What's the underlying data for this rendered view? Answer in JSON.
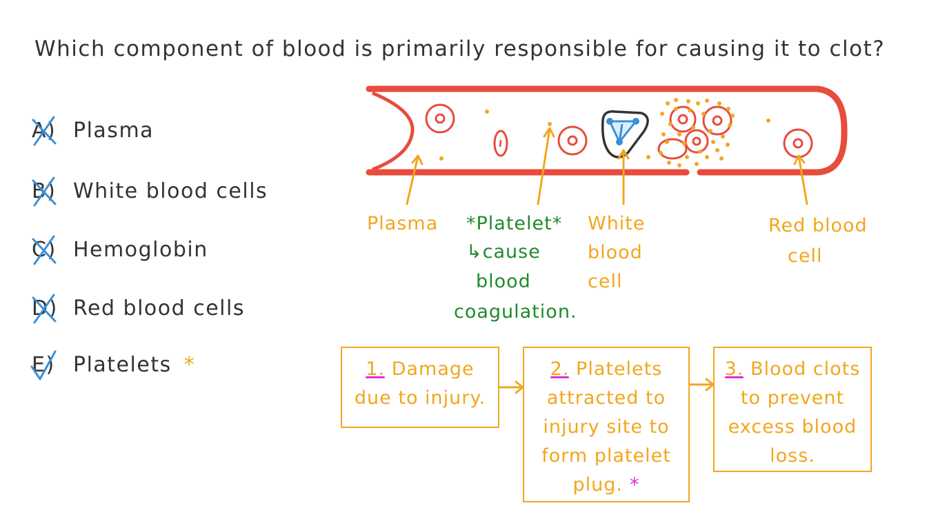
{
  "question": {
    "text": "Which component of blood is primarily responsible for causing it to clot?"
  },
  "options": [
    {
      "letter": "A)",
      "text": "Plasma",
      "mark": "cross"
    },
    {
      "letter": "B)",
      "text": "White blood cells",
      "mark": "cross"
    },
    {
      "letter": "C)",
      "text": "Hemoglobin",
      "mark": "cross"
    },
    {
      "letter": "D)",
      "text": "Red blood cells",
      "mark": "cross"
    },
    {
      "letter": "E)",
      "text": "Platelets",
      "mark": "check",
      "star": "*"
    }
  ],
  "labels": {
    "plasma": "Plasma",
    "platelet": "*Platelet*",
    "platelet_note_1": "↳cause",
    "platelet_note_2": "blood",
    "platelet_note_3": "coagulation.",
    "wbc_1": "White",
    "wbc_2": "blood",
    "wbc_3": "cell",
    "rbc_1": "Red blood",
    "rbc_2": "cell"
  },
  "steps": [
    {
      "num": "1.",
      "lines": [
        "Damage",
        "due to injury."
      ]
    },
    {
      "num": "2.",
      "lines": [
        "Platelets",
        "attracted to",
        "injury site to",
        "form platelet",
        "plug."
      ],
      "star": "*"
    },
    {
      "num": "3.",
      "lines": [
        "Blood clots",
        "to prevent",
        "excess blood",
        "loss."
      ]
    }
  ],
  "colors": {
    "vessel": "#e74c3c",
    "annotation": "#f2a61d",
    "note": "#1f8a2c",
    "highlight": "#e02bd9",
    "mark": "#3b8fd6",
    "text": "#333333"
  }
}
